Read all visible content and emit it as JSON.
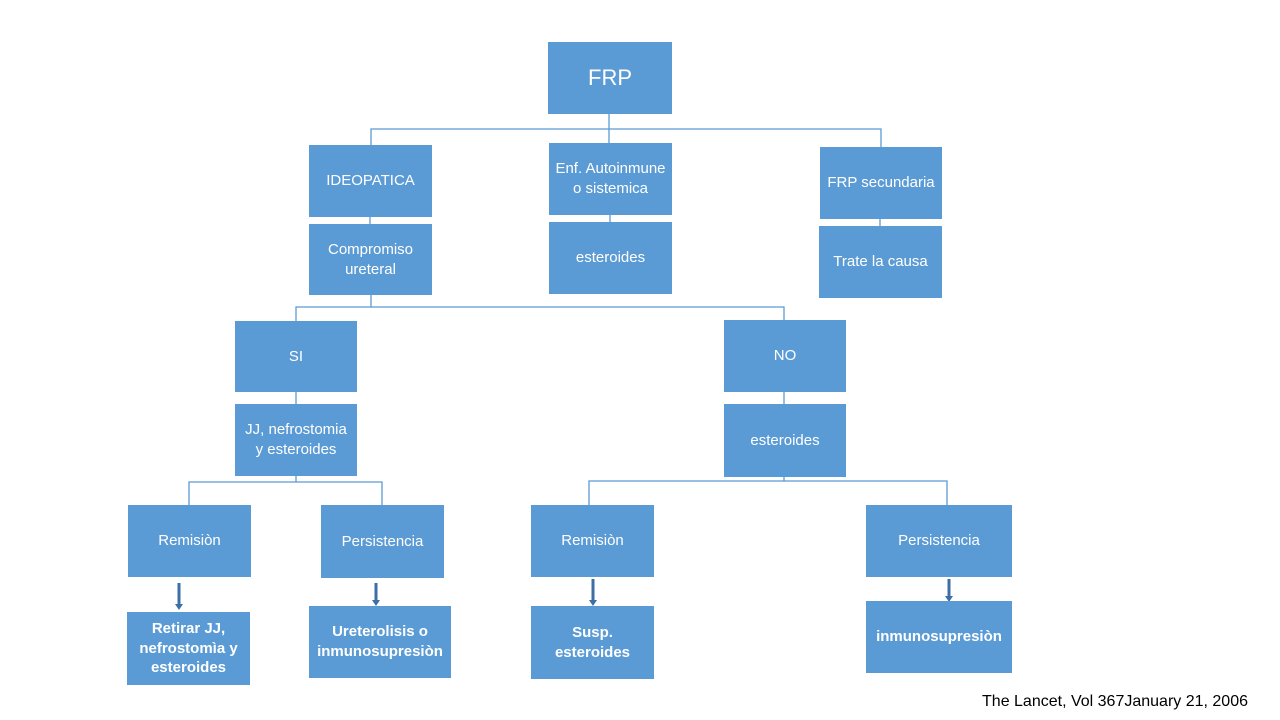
{
  "diagram": {
    "root": "FRP",
    "branches": {
      "ideopatica": {
        "label": "IDEOPATICA",
        "child": "Compromiso ureteral",
        "si": {
          "label": "SI",
          "treatment": "JJ, nefrostomia y esteroides",
          "remision": {
            "label": "Remisiòn",
            "result": "Retirar JJ, nefrostomìa y esteroides"
          },
          "persistencia": {
            "label": "Persistencia",
            "result": "Ureterolisis o inmunosupresiòn"
          }
        },
        "no": {
          "label": "NO",
          "treatment": "esteroides",
          "remision": {
            "label": "Remisiòn",
            "result": "Susp. esteroides"
          },
          "persistencia": {
            "label": "Persistencia",
            "result": "inmunosupresiòn"
          }
        }
      },
      "autoinmune": {
        "label": "Enf. Autoinmune o sistemica",
        "child": "esteroides"
      },
      "secundaria": {
        "label": "FRP secundaria",
        "child": "Trate la causa"
      }
    }
  },
  "colors": {
    "node_fill": "#5b9bd5",
    "node_text": "#ffffff",
    "connector": "#5b9bd5",
    "arrow": "#3d6fa6"
  },
  "citation": "The Lancet, Vol 367January 21, 2006"
}
